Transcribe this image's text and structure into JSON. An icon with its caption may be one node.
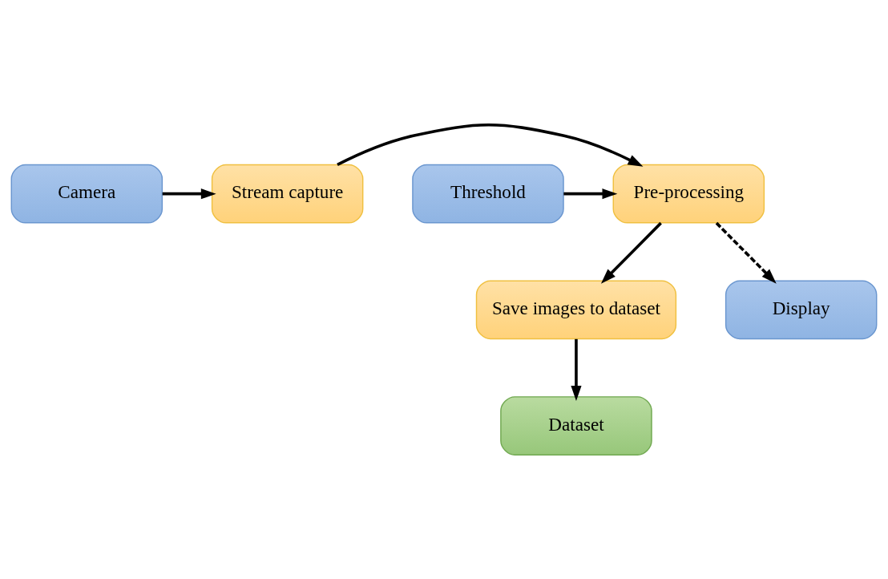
{
  "diagram": {
    "nodes": [
      {
        "text": [
          "Camera"
        ]
      },
      {
        "text": [
          "Stream capture"
        ]
      },
      {
        "text": [
          "Pre-processing"
        ]
      },
      {
        "text": [
          "Threshold"
        ]
      },
      {
        "text": [
          "Save images to dataset"
        ]
      },
      {
        "text": [
          "Dataset"
        ]
      },
      {
        "text": [
          "Display"
        ]
      }
    ],
    "edges": [
      {
        "from": 0,
        "to": 1,
        "arrow": "to"
      },
      {
        "from": 1,
        "to": 2,
        "arrow": "to"
      },
      {
        "from": 3,
        "to": 2,
        "arrow": "to"
      },
      {
        "from": 2,
        "to": 4,
        "arrow": "to"
      },
      {
        "from": 4,
        "to": 5,
        "arrow": "to"
      },
      {
        "from": 2,
        "to": 6,
        "arrow": "to",
        "style": "dashed"
      }
    ]
  }
}
